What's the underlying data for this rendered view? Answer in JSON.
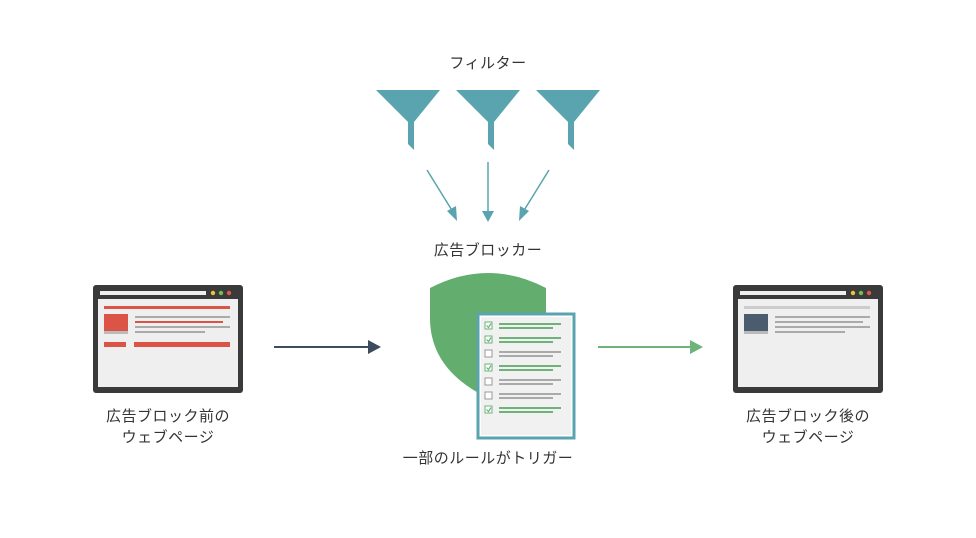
{
  "labels": {
    "filters": "フィルター",
    "ad_blocker": "広告ブロッカー",
    "before_line1": "広告ブロック前の",
    "before_line2": "ウェブページ",
    "after_line1": "広告ブロック後の",
    "after_line2": "ウェブページ",
    "rules_triggered": "一部のルールがトリガー"
  },
  "colors": {
    "filter_teal": "#5aa4b0",
    "shield_green": "#63ad6e",
    "browser_frame": "#3a3a3a",
    "ad_red": "#db5446",
    "clean_thumb": "#4a5c6e",
    "arrow_dark": "#3d4c5c",
    "arrow_green": "#6db37a",
    "dot_red": "#e2584a",
    "dot_yellow": "#e8c33c",
    "dot_green": "#6cc24f"
  },
  "checklist": {
    "checked": [
      true,
      true,
      false,
      true,
      false,
      false,
      true
    ]
  },
  "icons": {
    "filter": "funnel-icon",
    "shield": "shield-icon",
    "checklist": "checklist-icon",
    "browser": "browser-window-icon"
  }
}
